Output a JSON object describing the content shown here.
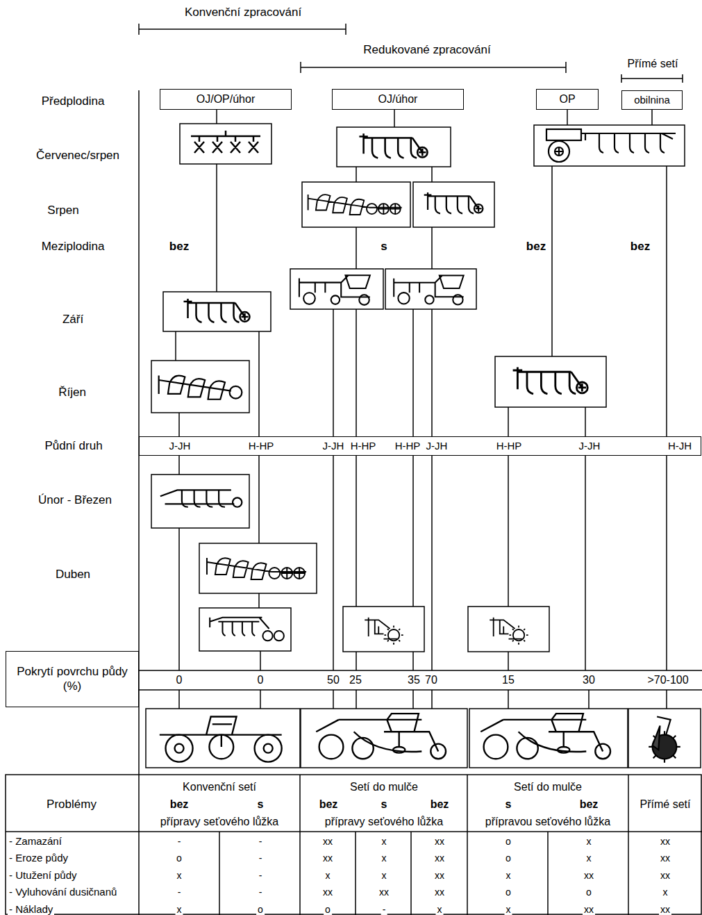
{
  "diagram": {
    "nodes": [
      {
        "text": [
          "OJ/OP/úhor"
        ]
      },
      {
        "text": [
          "OJ/úhor"
        ]
      },
      {
        "text": [
          "OP"
        ]
      },
      {
        "text": [
          "obilnina"
        ]
      },
      {
        "text": [
          "Půdní druh",
          "J-JH",
          "H-HP",
          "J-JH",
          "H-HP",
          "H-HP",
          "J-JH",
          "H-HP",
          "J-JH",
          "H-JH"
        ]
      },
      {
        "text": [
          "Pokrytí povrchu půdy (%)"
        ]
      }
    ],
    "labels": [
      "Konvenční zpracování",
      "Redukované zpracování",
      "Přímé setí",
      "Předplodina",
      "Červenec/srpen",
      "Srpen",
      "Meziplodina",
      "bez",
      "s",
      "bez",
      "bez",
      "Září",
      "Říjen",
      "Únor - Březen",
      "Duben",
      "0",
      "0",
      "50",
      "25",
      "35",
      "70",
      "15",
      "30",
      ">70-100",
      "Problémy",
      "Konvenční setí",
      "bez",
      "s",
      "přípravy seťového lůžka",
      "Setí do mulče",
      "bez",
      "s",
      "bez",
      "přípravy seťového lůžka",
      "Setí do mulče",
      "s",
      "bez",
      "přípravou seťového lůžka",
      "Přímé setí",
      "- Zamazání",
      "-",
      "-",
      "xx",
      "x",
      "xx",
      "o",
      "x",
      "xx",
      "- Eroze půdy",
      "o",
      "-",
      "xx",
      "x",
      "xx",
      "o",
      "x",
      "xx",
      "- Utužení půdy",
      "x",
      "-",
      "x",
      "x",
      "xx",
      "x",
      "xx",
      "xx",
      "- Vyluhování dusičnanů",
      "-",
      "-",
      "xx",
      "xx",
      "xx",
      "o",
      "o",
      "x",
      "- Náklady",
      "x",
      "o",
      "o",
      "-",
      "x",
      "x",
      "xx",
      "xx"
    ]
  }
}
